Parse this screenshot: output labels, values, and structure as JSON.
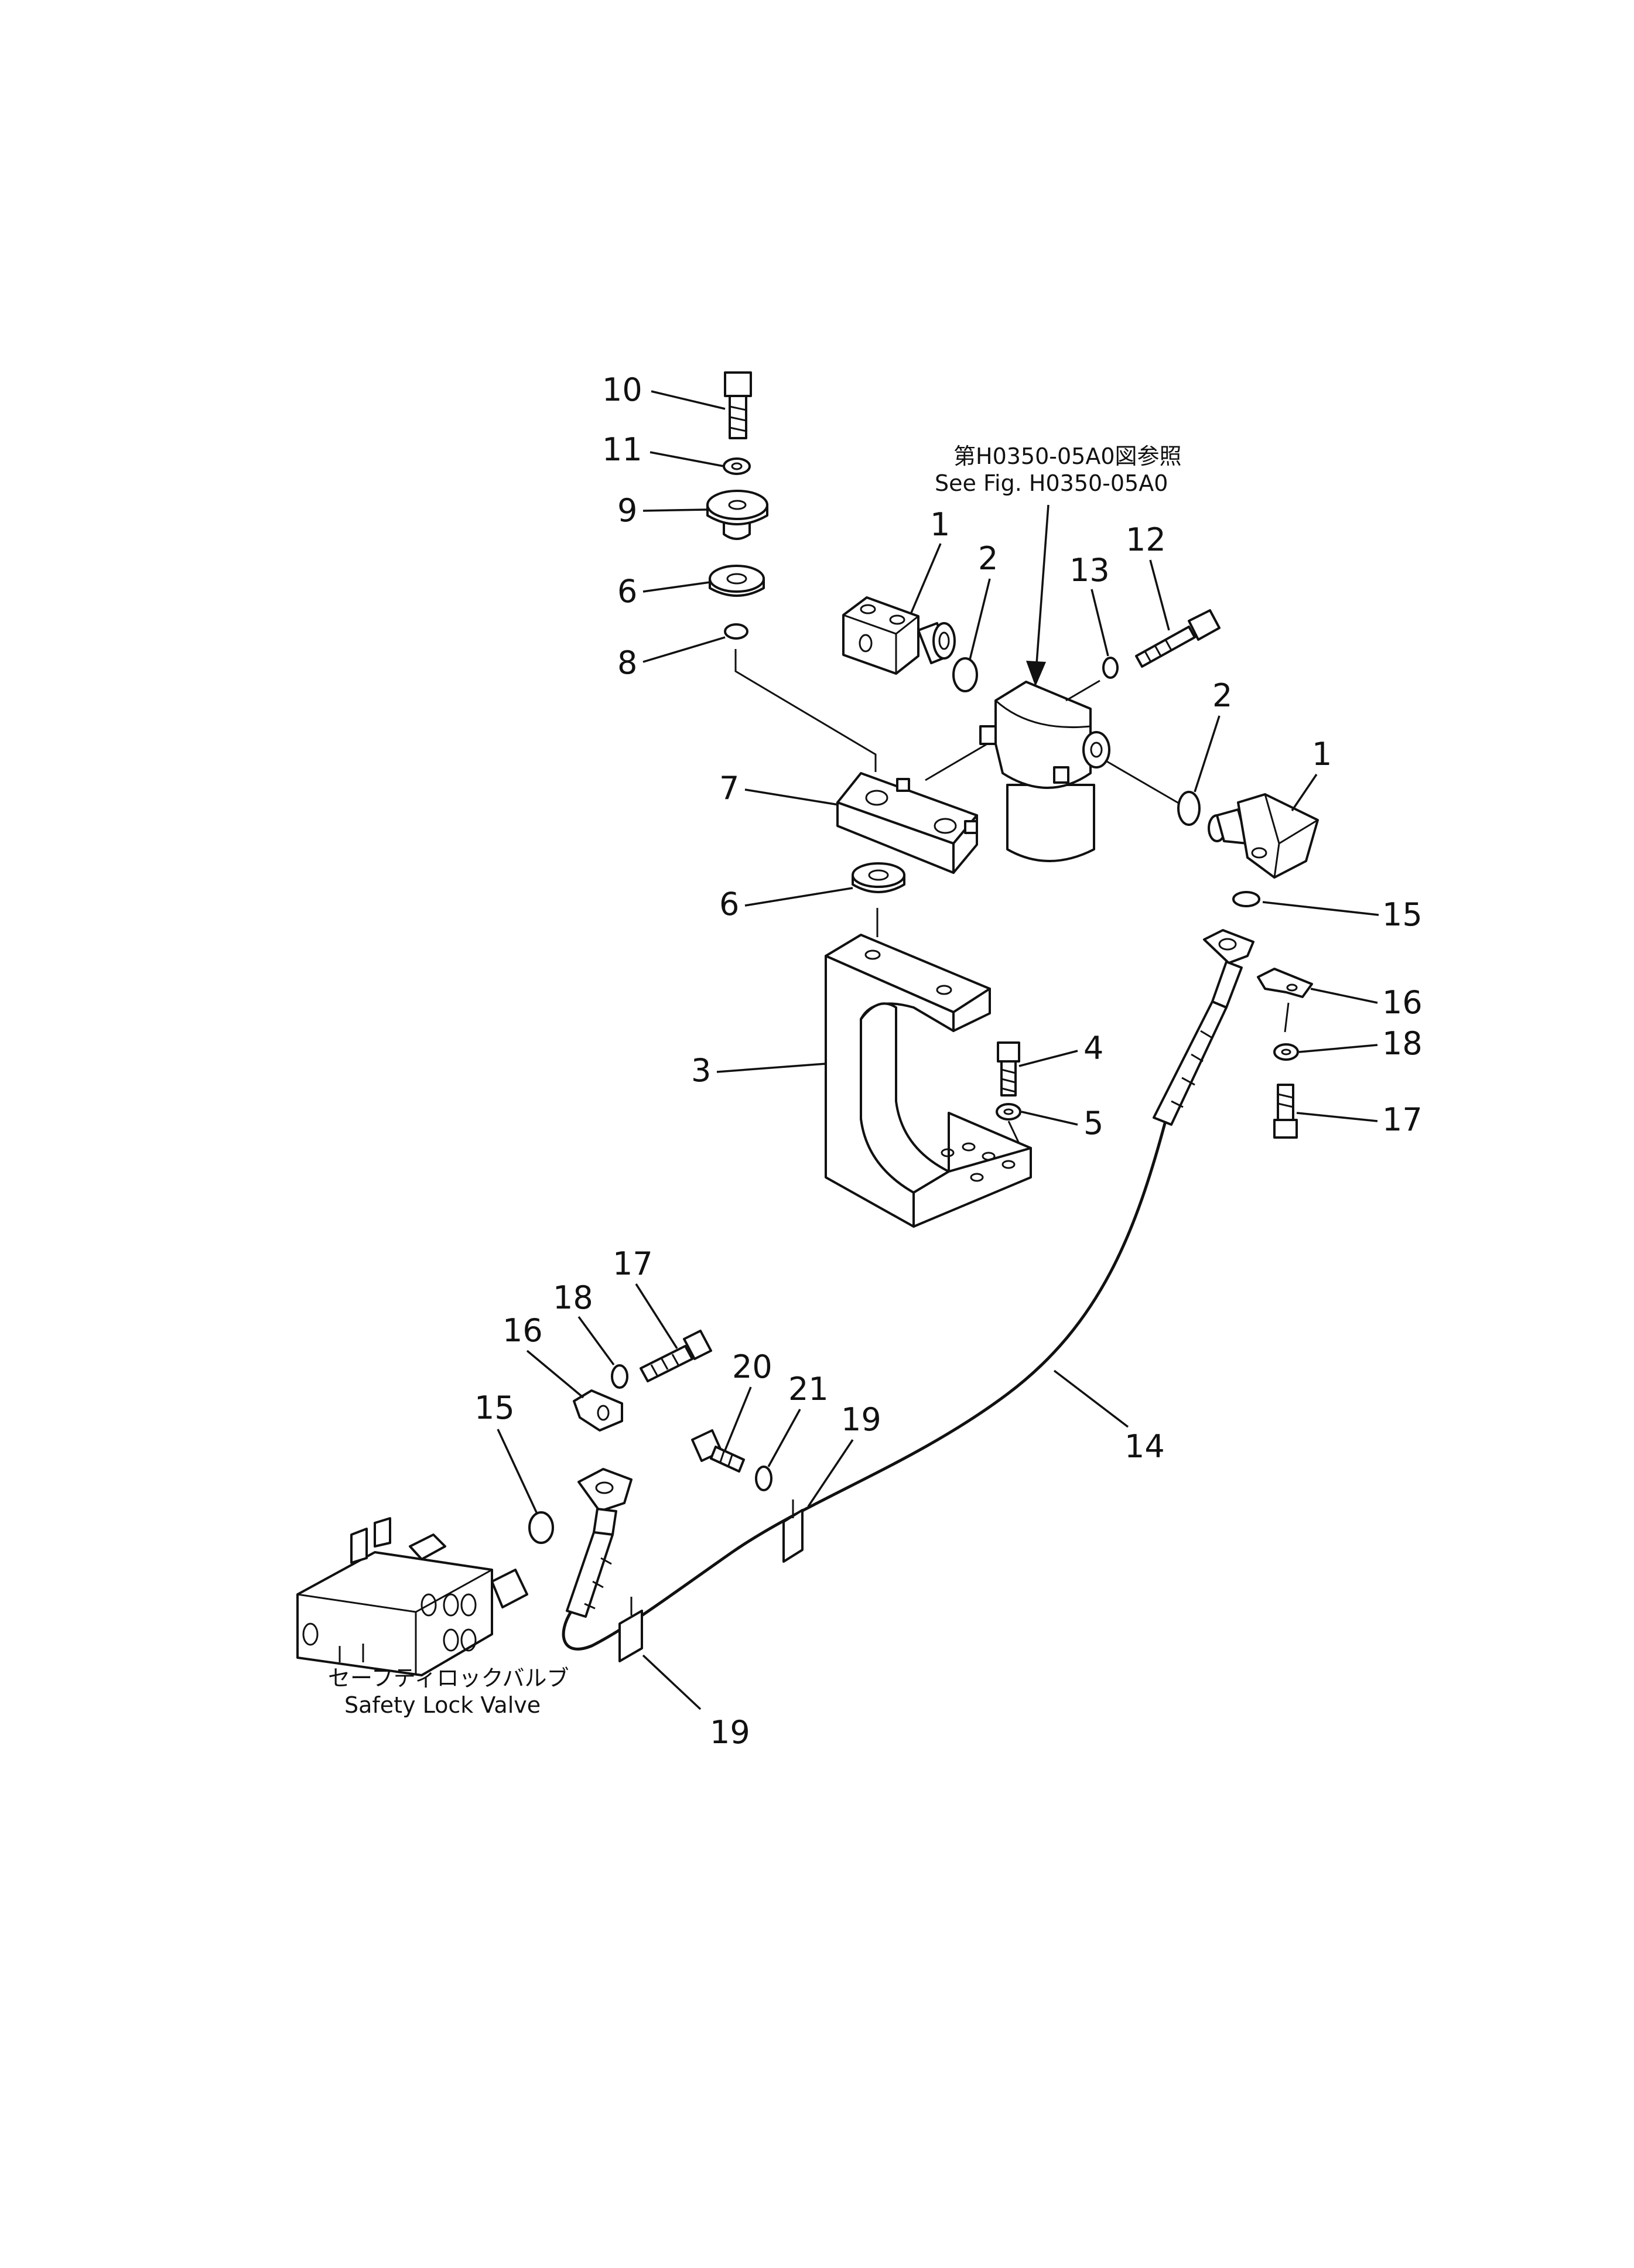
{
  "reference_note": {
    "line1": "第H0350-05A0図参照",
    "line2": "See  Fig.  H0350-05A0"
  },
  "valve_label": {
    "line1": "セーフティロックバルブ",
    "line2": "Safety  Lock  Valve"
  },
  "callouts": {
    "c10": "10",
    "c11": "11",
    "c9": "9",
    "c6a": "6",
    "c8": "8",
    "c1a": "1",
    "c2a": "2",
    "c13": "13",
    "c12": "12",
    "c2b": "2",
    "c1b": "1",
    "c7": "7",
    "c6b": "6",
    "c15a": "15",
    "c16a": "16",
    "c18a": "18",
    "c17a": "17",
    "c3": "3",
    "c4": "4",
    "c5": "5",
    "c17b": "17",
    "c18b": "18",
    "c16b": "16",
    "c20": "20",
    "c21": "21",
    "c15b": "15",
    "c19a": "19",
    "c14": "14",
    "c19b": "19"
  }
}
